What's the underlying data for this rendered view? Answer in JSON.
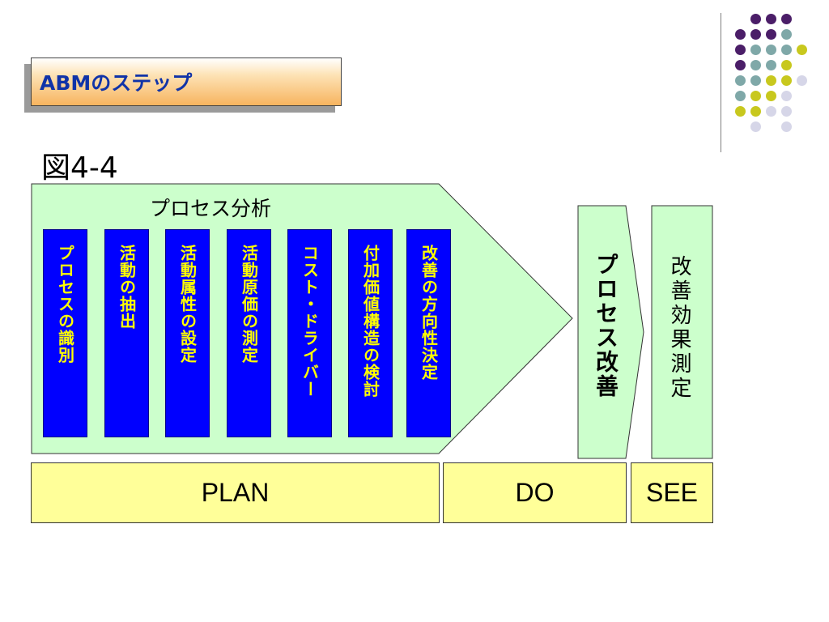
{
  "slide": {
    "title": "ABMのステップ",
    "figure_label": "図4-4"
  },
  "diagram": {
    "analysis_label": "プロセス分析",
    "steps": [
      "プロセスの識別",
      "活動の抽出",
      "活動属性の設定",
      "活動原価の測定",
      "コスト・ドライバー",
      "付加価値構造の検討",
      "改善の方向性決定"
    ],
    "improve_label": "プロセス改善",
    "measure_label": "改善効果測定",
    "phases": {
      "plan": "PLAN",
      "do": "DO",
      "see": "SEE"
    }
  },
  "colors": {
    "title_text": "#1033a8",
    "step_fill": "#0000ff",
    "step_text": "#ffff00",
    "arrow_fill": "#ccffcc",
    "phase_fill": "#ffff99",
    "dot_purple": "#4b1e68",
    "dot_teal": "#7fa8a8",
    "dot_olive": "#c8c81e",
    "dot_lavender": "#d6d6e8"
  },
  "decoration": {
    "dot_grid_icon": "dot-grid-decoration"
  }
}
